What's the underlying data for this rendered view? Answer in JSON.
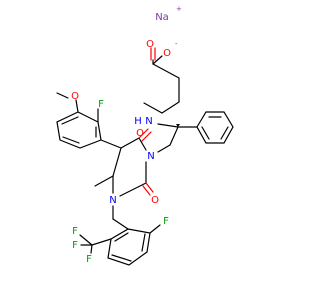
{
  "colors": {
    "O": "#ff0000",
    "N": "#0000ff",
    "F": "#00a000",
    "C": "#000000",
    "Na": "#7a36a8"
  },
  "structure": {
    "counterion": {
      "text": "Na",
      "charge": "+"
    },
    "carboxylate": {
      "o_top": "O",
      "o_right": "O",
      "charge": "-"
    },
    "amine": {
      "text": "H",
      "n": "N"
    },
    "methoxy": {
      "o": "O"
    },
    "aryl_f1": {
      "text": "F"
    },
    "ring_n1": {
      "text": "N"
    },
    "ring_n2": {
      "text": "N"
    },
    "ring_o1": {
      "text": "O"
    },
    "ring_o2": {
      "text": "O"
    },
    "cf3": {
      "f1": "F",
      "f2": "F",
      "f3": "F"
    },
    "aryl_f2": {
      "text": "F"
    }
  }
}
